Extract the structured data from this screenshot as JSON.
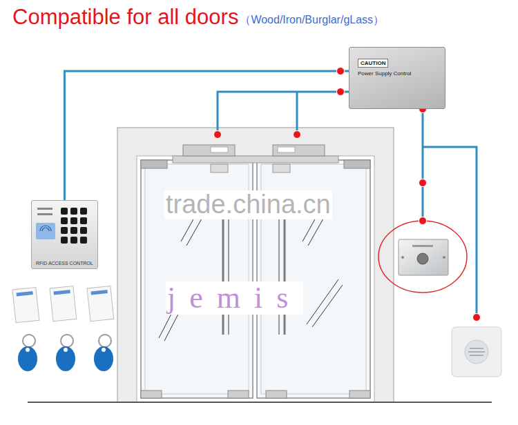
{
  "diagram": {
    "title": "Compatible for all doors",
    "nodes": [
      {
        "text": [
          "CAUTION",
          "Power Supply Control"
        ]
      },
      {
        "text": [
          "RFID ACCESS CONTROL"
        ]
      }
    ],
    "edges": [
      {
        "from": 0,
        "to": 1,
        "arrow": "none"
      }
    ],
    "labels": [
      "（Wood/Iron/Burglar/gLass）",
      "trade.china.cn",
      "jemis"
    ]
  }
}
